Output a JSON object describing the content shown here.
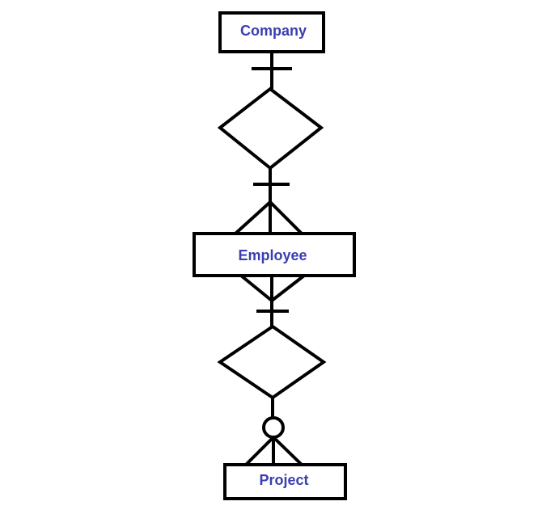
{
  "diagram": {
    "type": "entity-relationship",
    "notation": "crow's foot",
    "label_color": "#3a3fb0",
    "line_color": "#000000",
    "entities": {
      "company": "Company",
      "employee": "Employee",
      "project": "Project"
    },
    "relationships": [
      {
        "from": "Company",
        "to": "Employee",
        "from_cardinality": "exactly one",
        "to_cardinality": "one or many"
      },
      {
        "from": "Employee",
        "to": "Project",
        "from_cardinality": "one or many",
        "to_cardinality": "zero or many"
      }
    ]
  }
}
